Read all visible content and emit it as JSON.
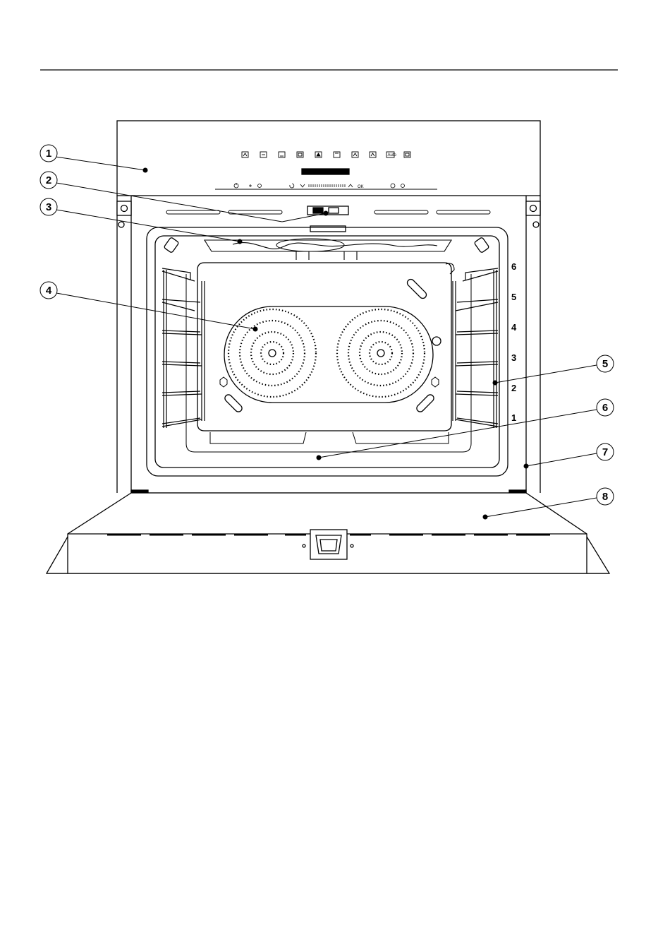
{
  "callouts": [
    {
      "num": "1"
    },
    {
      "num": "2"
    },
    {
      "num": "3"
    },
    {
      "num": "4"
    },
    {
      "num": "5"
    },
    {
      "num": "6"
    },
    {
      "num": "7"
    },
    {
      "num": "8"
    }
  ],
  "shelf_levels": [
    "6",
    "5",
    "4",
    "3",
    "2",
    "1"
  ],
  "control_panel": {
    "auto_label": "Auto",
    "ok_label": "OK"
  }
}
